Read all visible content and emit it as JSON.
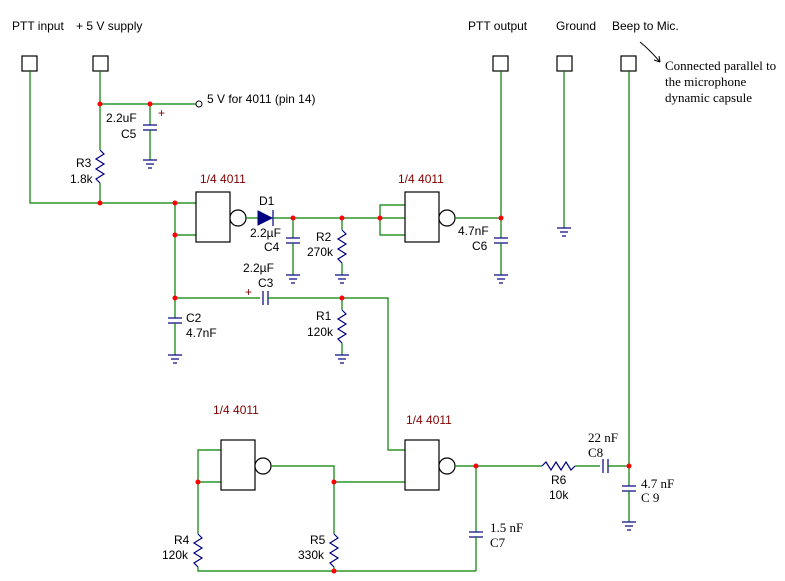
{
  "terminals": {
    "ptt_input": "PTT input",
    "supply": "+ 5 V supply",
    "ptt_output": "PTT output",
    "ground": "Ground",
    "beep_to_mic": "Beep to Mic."
  },
  "notes": {
    "supply_4011": "5 V for 4011 (pin 14)",
    "parallel_line1": "Connected parallel to",
    "parallel_line2": "the microphone",
    "parallel_line3": "dynamic capsule"
  },
  "gates": {
    "g1": "1/4 4011",
    "g2": "1/4 4011",
    "g3": "1/4 4011",
    "g4": "1/4 4011"
  },
  "components": {
    "c5_value": "2.2uF",
    "c5_name": "C5",
    "r3_name": "R3",
    "r3_value": "1.8k",
    "d1_name": "D1",
    "c4_value": "2.2µF",
    "c4_name": "C4",
    "r2_name": "R2",
    "r2_value": "270k",
    "c6_value": "4.7nF",
    "c6_name": "C6",
    "c3_value": "2.2µF",
    "c3_name": "C3",
    "c2_name": "C2",
    "c2_value": "4.7nF",
    "r1_name": "R1",
    "r1_value": "120k",
    "r4_name": "R4",
    "r4_value": "120k",
    "r5_name": "R5",
    "r5_value": "330k",
    "c7_value": "1.5 nF",
    "c7_name": "C7",
    "r6_name": "R6",
    "r6_value": "10k",
    "c8_value": "22 nF",
    "c8_name": "C8",
    "c9_value": "4.7 nF",
    "c9_name": "C 9",
    "plus": "+"
  },
  "colors": {
    "wire": "#008000",
    "component": "#000080",
    "junction": "#ff0000",
    "gate_label": "#800000"
  }
}
